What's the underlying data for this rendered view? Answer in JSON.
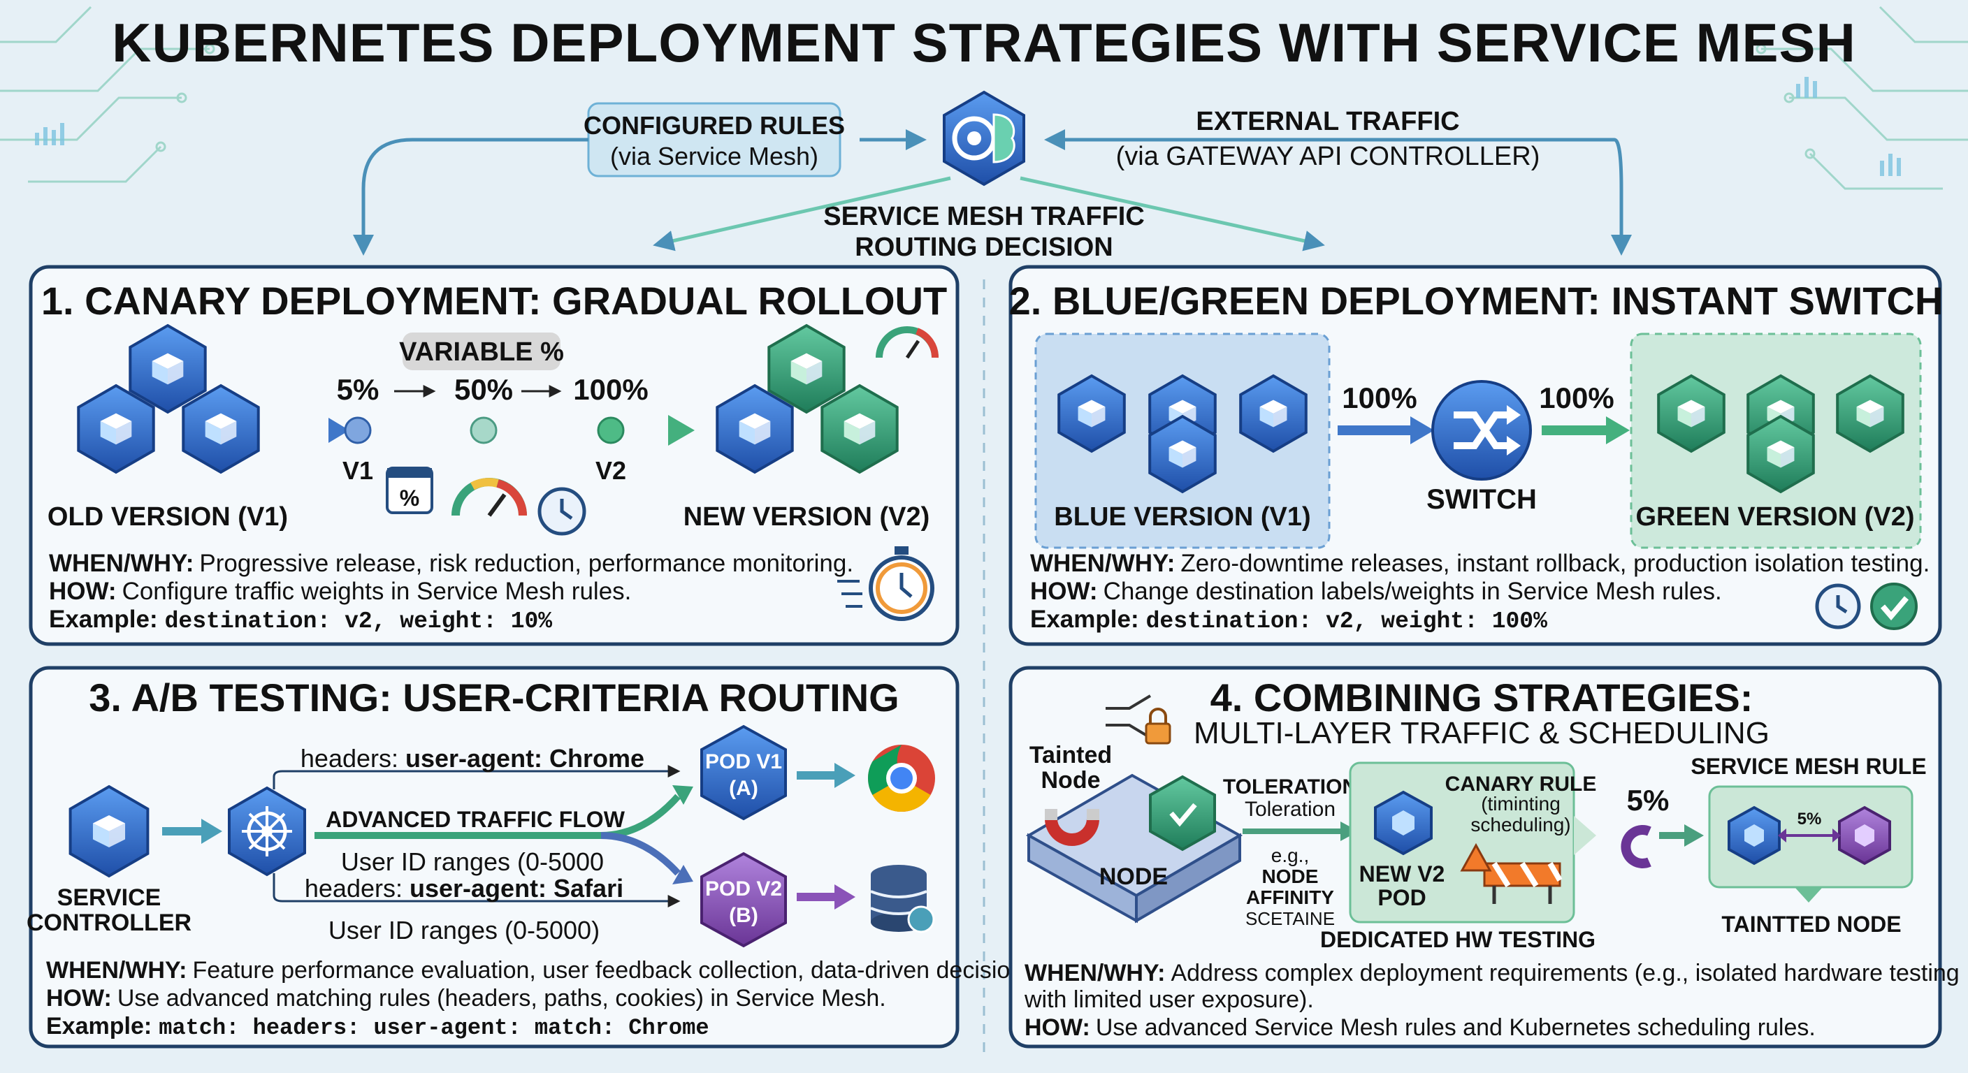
{
  "title": "KUBERNETES DEPLOYMENT STRATEGIES WITH SERVICE MESH",
  "header": {
    "configured_title": "CONFIGURED RULES",
    "configured_sub": "(via Service Mesh)",
    "external_title": "EXTERNAL TRAFFIC",
    "external_sub": "(via GATEWAY API CONTROLLER)",
    "decision_line1": "SERVICE MESH TRAFFIC",
    "decision_line2": "ROUTING DECISION",
    "hub_icon": "gear-brain-icon"
  },
  "canary": {
    "title": "1. CANARY DEPLOYMENT: GRADUAL ROLLOUT",
    "variable": "VARIABLE %",
    "p5": "5%",
    "p50": "50%",
    "p100": "100%",
    "v1": "V1",
    "v2": "V2",
    "old_label": "OLD VERSION (V1)",
    "new_label": "NEW VERSION (V2)",
    "calendar_symbol": "%",
    "when_key": "WHEN/WHY:",
    "when_text": "Progressive release, risk reduction, performance monitoring.",
    "how_key": "HOW:",
    "how_text": "Configure traffic weights in Service Mesh rules.",
    "example_key": "Example:",
    "example_text": "destination: v2, weight: 10%"
  },
  "bluegreen": {
    "title": "2. BLUE/GREEN DEPLOYMENT: INSTANT SWITCH",
    "p_left": "100%",
    "p_right": "100%",
    "switch": "SWITCH",
    "blue_label": "BLUE VERSION (V1)",
    "green_label": "GREEN VERSION (V2)",
    "when_key": "WHEN/WHY:",
    "when_text": "Zero-downtime releases, instant rollback, production isolation testing.",
    "how_key": "HOW:",
    "how_text": "Change destination labels/weights in Service Mesh rules.",
    "example_key": "Example:",
    "example_text": "destination: v2, weight: 100%"
  },
  "ab": {
    "title": "3. A/B TESTING: USER-CRITERIA ROUTING",
    "h1_pre": "headers: ",
    "h1_bold": "user-agent: Chrome",
    "flow": "ADVANCED TRAFFIC FLOW",
    "range1": "User ID ranges (0-5000",
    "h2_pre": "headers: ",
    "h2_bold": "user-agent: Safari",
    "range2": "User ID ranges (0-5000)",
    "pod1_l1": "POD V1",
    "pod1_l2": "(A)",
    "pod2_l1": "POD V2",
    "pod2_l2": "(B)",
    "svc_l1": "SERVICE",
    "svc_l2": "CONTROLLER",
    "when_key": "WHEN/WHY:",
    "when_text": "Feature performance evaluation, user feedback collection, data-driven decisions.",
    "how_key": "HOW:",
    "how_text": "Use advanced matching rules (headers, paths, cookies) in Service Mesh.",
    "example_key": "Example:",
    "example_text": "match: headers: user-agent: match: Chrome"
  },
  "combo": {
    "title": "4. COMBINING STRATEGIES:",
    "subtitle": "MULTI-LAYER TRAFFIC & SCHEDULING",
    "tainted_l1": "Tainted",
    "tainted_l2": "Node",
    "node": "NODE",
    "toleration_upper": "TOLERATION",
    "toleration_lower": "Toleration",
    "eg1": "e.g.,",
    "eg2": "NODE",
    "eg3": "AFFINITY",
    "eg4": "SCETAINE",
    "canary_rule": "CANARY RULE",
    "canary_sub1": "(timinting",
    "canary_sub2": "scheduling)",
    "new_pod_l1": "NEW V2",
    "new_pod_l2": "POD",
    "dedicated": "DEDICATED HW TESTING",
    "pct": "5%",
    "mesh_rule": "SERVICE MESH RULE",
    "mesh_pct": "5%",
    "taintted": "TAINTTED NODE",
    "when_key": "WHEN/WHY:",
    "when_text1": "Address complex deployment requirements (e.g., isolated hardware testing",
    "when_text2": "with limited user exposure).",
    "how_key": "HOW:",
    "how_text": "Use advanced Service Mesh rules and Kubernetes scheduling rules."
  },
  "colors": {
    "blue": "#2f6cc9",
    "green": "#3aa37a",
    "purple": "#8a53b8",
    "bg": "#e6f0f6"
  }
}
